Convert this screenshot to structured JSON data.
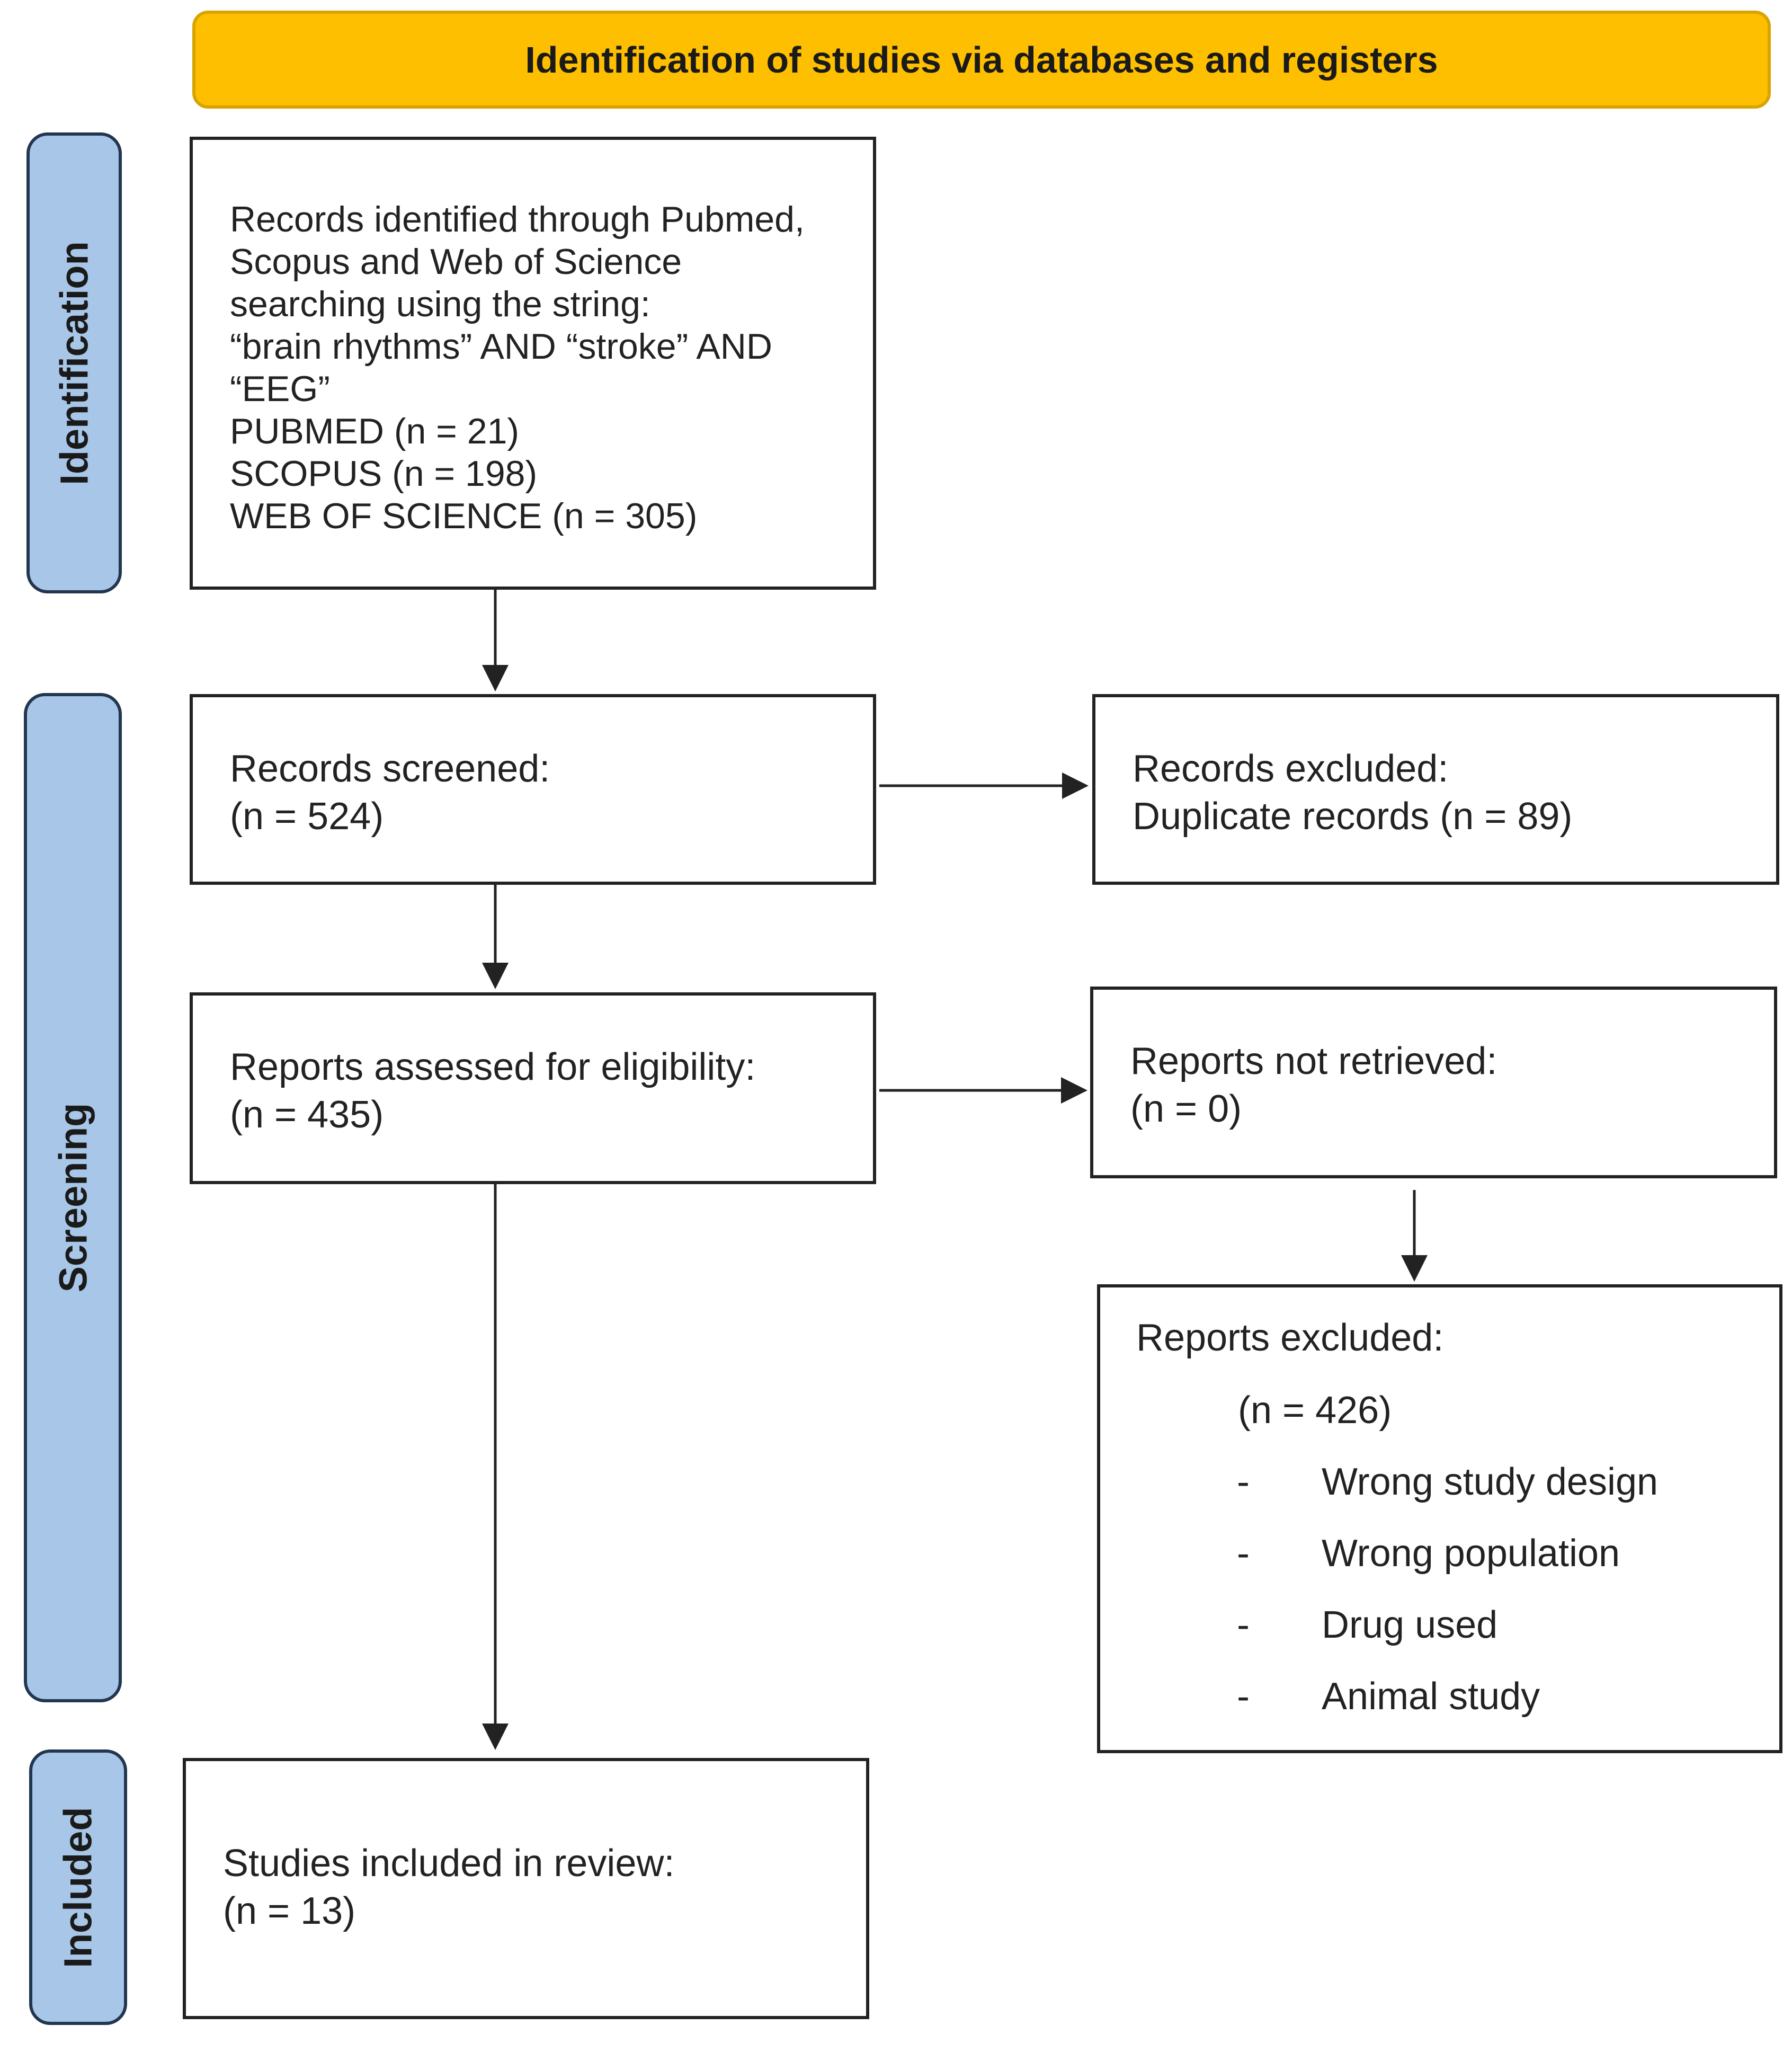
{
  "header": {
    "title": "Identification of studies via databases and registers"
  },
  "stages": {
    "identification": "Identification",
    "screening": "Screening",
    "included": "Included"
  },
  "records_identified": {
    "lines": [
      "Records identified through Pubmed,",
      "Scopus and Web of Science",
      "searching using the string:",
      "“brain rhythms” AND “stroke” AND",
      "“EEG”",
      "PUBMED (n = 21)",
      "SCOPUS (n = 198)",
      "WEB OF SCIENCE (n = 305)"
    ]
  },
  "records_screened": {
    "label": "Records screened:",
    "count": "(n = 524)"
  },
  "records_excluded": {
    "label": "Records excluded:",
    "detail": "Duplicate records (n = 89)"
  },
  "reports_assessed": {
    "label": "Reports assessed for eligibility:",
    "count": "(n = 435)"
  },
  "reports_not_retrieved": {
    "label": "Reports not retrieved:",
    "count": "(n = 0)"
  },
  "reports_excluded": {
    "label": "Reports excluded:",
    "count": "(n = 426)",
    "dash": "-",
    "reasons": [
      "Wrong study design",
      "Wrong population",
      "Drug used",
      "Animal study"
    ]
  },
  "studies_included": {
    "label": "Studies included in review:",
    "count": "(n = 13)"
  },
  "colors": {
    "header_fill": "#fdbf00",
    "stage_fill": "#a8c6e8",
    "stage_border": "#23364f",
    "box_border": "#222222"
  }
}
